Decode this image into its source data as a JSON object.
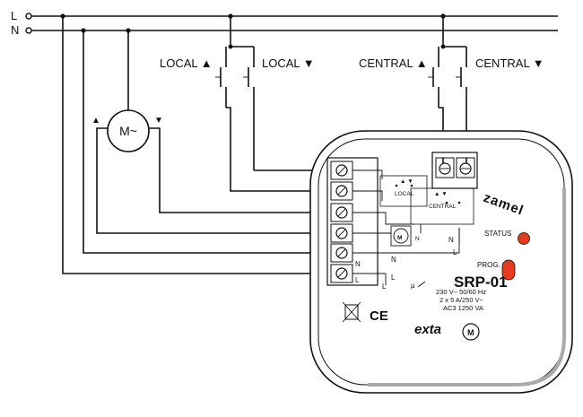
{
  "lines": {
    "l_label": "L",
    "n_label": "N"
  },
  "buttons": {
    "local_up": "LOCAL ▲",
    "local_down": "LOCAL ▼",
    "central_up": "CENTRAL ▲",
    "central_down": "CENTRAL ▼"
  },
  "motor": {
    "symbol": "M~",
    "up_arrow": "▲",
    "down_arrow": "▼"
  },
  "device": {
    "brand": "zamel",
    "status_label": "STATUS",
    "prog_label": "PROG.",
    "model": "SRP-01",
    "spec_voltage": "230 V~ 50/60 Hz",
    "spec_current": "2 x 5 A/250 V~",
    "spec_ac3": "AC3 1250 VA",
    "mu": "μ",
    "local_box": "LOCAL",
    "central_box": "CENTRAL",
    "exta": "exta",
    "motor_badge": "M",
    "ce_mark": "CE",
    "term_n1": "N",
    "term_n2": "N",
    "term_l1": "L",
    "term_l2": "L",
    "term_l3": "L",
    "term_n3": "N",
    "term_l4": "L"
  },
  "colors": {
    "line": "#111111",
    "status_led": "#e53b1f",
    "prog_button": "#e53b1f",
    "background": "#ffffff"
  }
}
